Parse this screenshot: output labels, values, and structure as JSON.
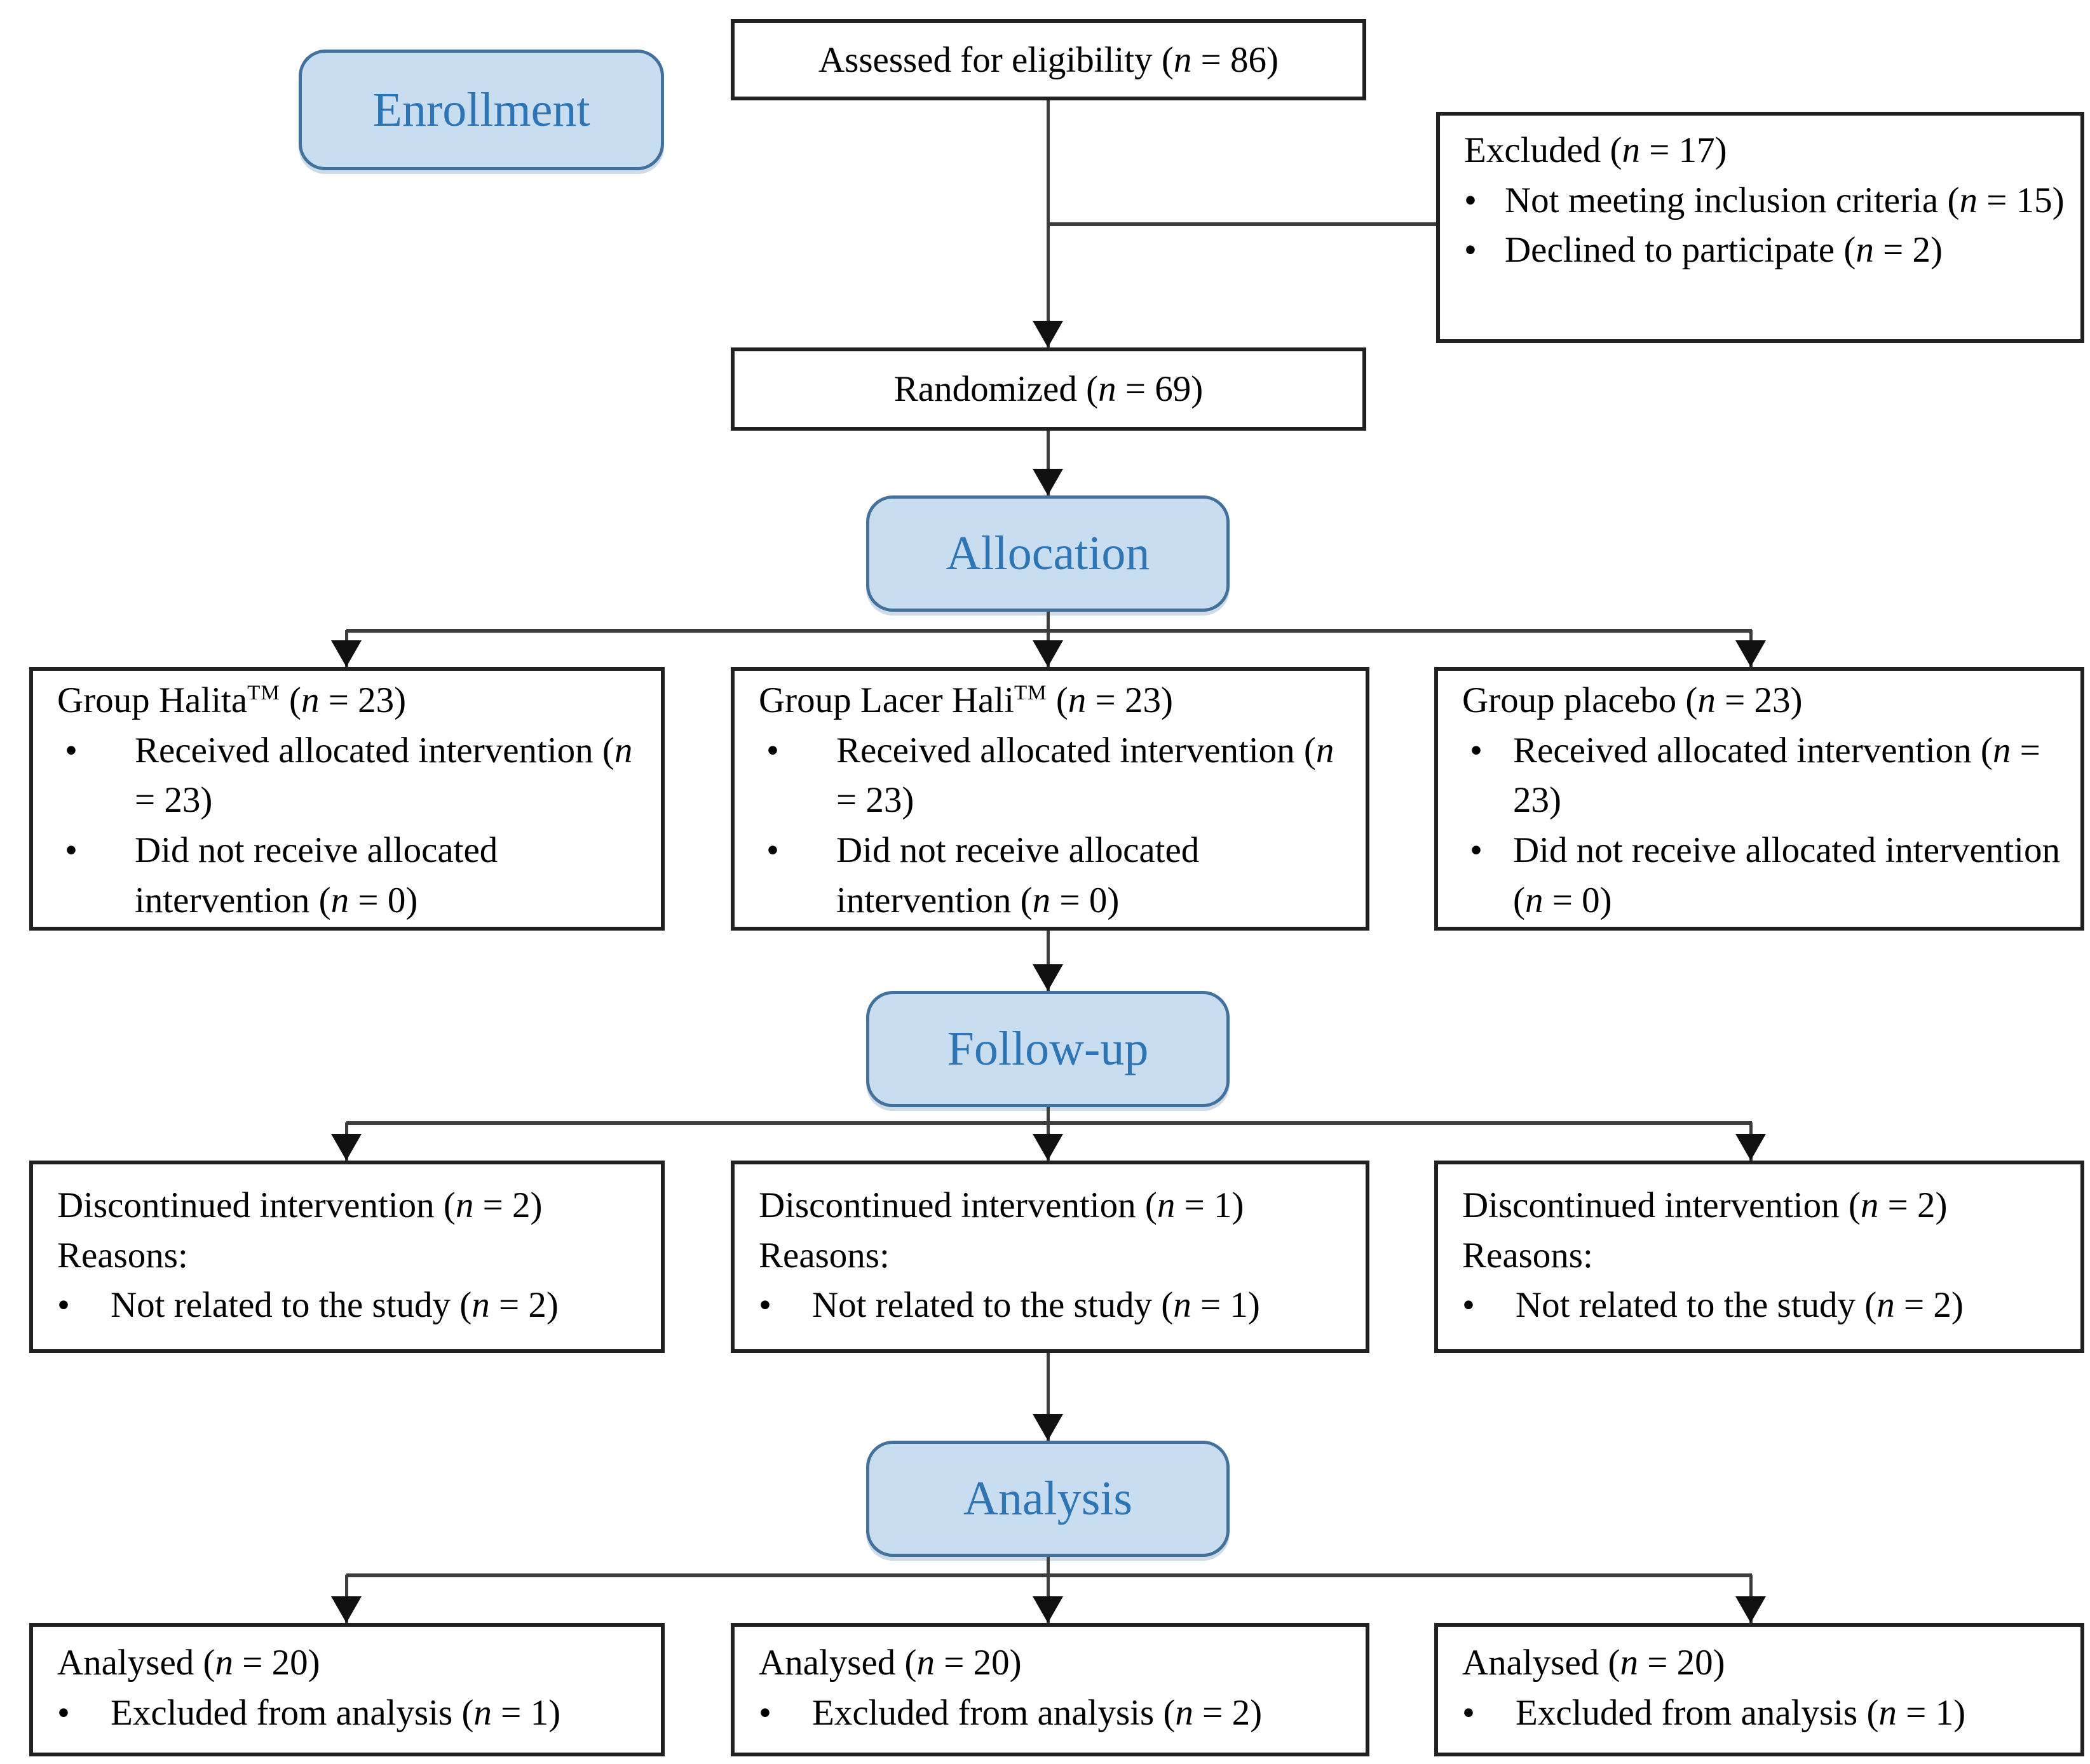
{
  "palette": {
    "pill_fill": "#c9ddf1",
    "pill_border": "#41719c",
    "pill_text": "#2e75b5",
    "box_border": "#212121",
    "connector_line": "#3d3d3d",
    "arrowhead": "#101010",
    "background": "#ffffff"
  },
  "glyphs": {
    "bullet": "•"
  },
  "stages": {
    "enrollment": "Enrollment",
    "allocation": "Allocation",
    "followup": "Follow-up",
    "analysis": "Analysis"
  },
  "top": {
    "assessed": "Assessed for eligibility (n = 86)",
    "excluded_title": "Excluded (n = 17)",
    "excluded_bullets": [
      "Not meeting inclusion criteria (n = 15)",
      "Declined to participate (n = 2)"
    ],
    "randomized": "Randomized (n = 69)"
  },
  "allocation_groups": [
    {
      "title": "Group Halita™ (n = 23)",
      "bullets": [
        "Received allocated intervention (n = 23)",
        "Did not receive allocated intervention (n = 0)"
      ]
    },
    {
      "title": "Group Lacer Hali™ (n = 23)",
      "bullets": [
        "Received allocated intervention (n = 23)",
        "Did not receive allocated intervention (n = 0)"
      ]
    },
    {
      "title": "Group placebo (n = 23)",
      "bullets": [
        "Received allocated intervention (n = 23)",
        "Did not receive allocated intervention (n = 0)"
      ]
    }
  ],
  "followup_groups": [
    {
      "discontinued": "Discontinued intervention (n = 2)",
      "reasons_label": "Reasons:",
      "bullets": [
        "Not related to the study (n = 2)"
      ]
    },
    {
      "discontinued": "Discontinued intervention (n = 1)",
      "reasons_label": "Reasons:",
      "bullets": [
        "Not related to the study (n = 1)"
      ]
    },
    {
      "discontinued": "Discontinued intervention (n = 2)",
      "reasons_label": "Reasons:",
      "bullets": [
        "Not related to the study (n = 2)"
      ]
    }
  ],
  "analysis_groups": [
    {
      "analysed": "Analysed (n = 20)",
      "bullets": [
        "Excluded from analysis (n = 1)"
      ]
    },
    {
      "analysed": "Analysed (n = 20)",
      "bullets": [
        "Excluded from analysis (n = 2)"
      ]
    },
    {
      "analysed": "Analysed (n = 20)",
      "bullets": [
        "Excluded from analysis (n = 1)"
      ]
    }
  ]
}
